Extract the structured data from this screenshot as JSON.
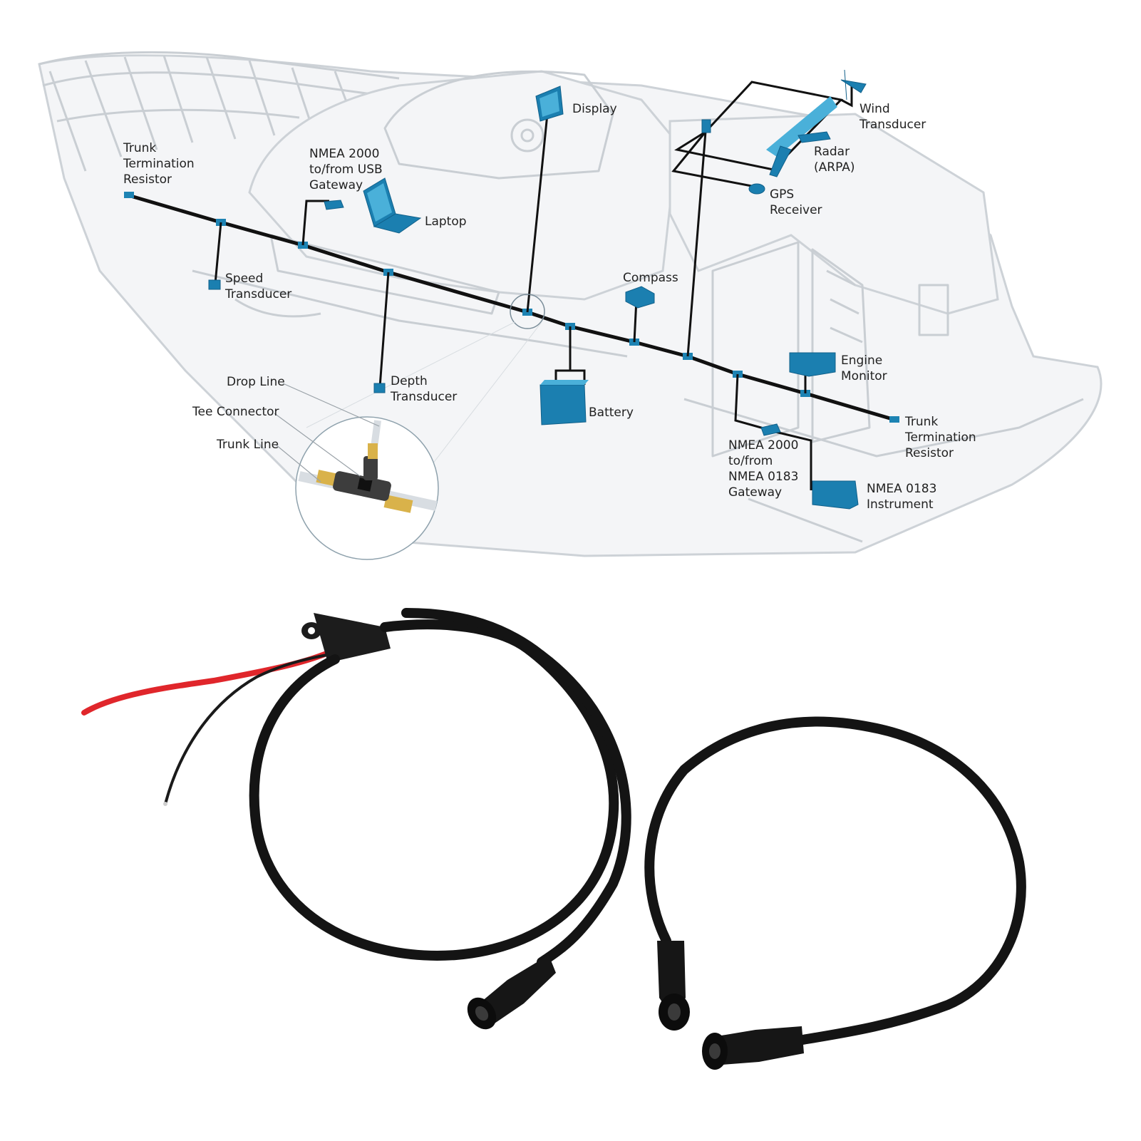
{
  "diagram": {
    "labels": {
      "trunk_term_left": [
        "Trunk",
        "Termination",
        "Resistor"
      ],
      "usb_gateway": [
        "NMEA 2000",
        "to/from USB",
        "Gateway"
      ],
      "laptop": [
        "Laptop"
      ],
      "display": [
        "Display"
      ],
      "wind": [
        "Wind",
        "Transducer"
      ],
      "radar": [
        "Radar",
        "(ARPA)"
      ],
      "gps": [
        "GPS",
        "Receiver"
      ],
      "speed": [
        "Speed",
        "Transducer"
      ],
      "compass": [
        "Compass"
      ],
      "depth": [
        "Depth",
        "Transducer"
      ],
      "battery": [
        "Battery"
      ],
      "engine": [
        "Engine",
        "Monitor"
      ],
      "trunk_term_right": [
        "Trunk",
        "Termination",
        "Resistor"
      ],
      "gateway_0183": [
        "NMEA 2000",
        "to/from",
        "NMEA 0183",
        "Gateway"
      ],
      "instrument_0183": [
        "NMEA 0183",
        "Instrument"
      ],
      "drop_line": [
        "Drop Line"
      ],
      "tee_connector": [
        "Tee Connector"
      ],
      "trunk_line": [
        "Trunk Line"
      ]
    }
  },
  "colors": {
    "device_blue": "#1b7fb0",
    "device_highlight": "#4ab0d9",
    "boat_outline": "#c9ced3",
    "cable_black": "#141414",
    "power_wire_red": "#e0262b",
    "connector_gold": "#d9b24a"
  }
}
